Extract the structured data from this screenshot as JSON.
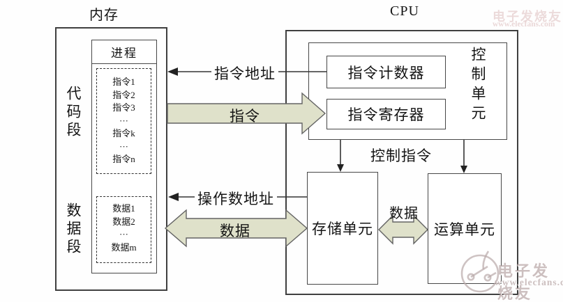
{
  "titles": {
    "memory": "内存",
    "cpu": "CPU"
  },
  "memory": {
    "process_header": "进程",
    "code_segment_label": "代码段",
    "data_segment_label": "数据段",
    "code_items": [
      "指令1",
      "指令2",
      "指令3",
      "···",
      "指令k",
      "···",
      "指令n"
    ],
    "data_items": [
      "数据1",
      "数据2",
      "···",
      "数据m"
    ]
  },
  "cpu": {
    "control_unit_label": "控制单元",
    "instruction_counter_label": "指令计数器",
    "instruction_register_label": "指令寄存器",
    "storage_unit_label": "存储单元",
    "alu_unit_label": "运算单元"
  },
  "flows": {
    "instruction_address_label": "指令地址",
    "instruction_label": "指令",
    "control_instruction_label": "控制指令",
    "operand_address_label": "操作数地址",
    "data_memory_label": "数据",
    "data_internal_label": "数据"
  },
  "watermarks": {
    "brand": "电子发烧友",
    "url": "www.elecfans.com"
  },
  "colors": {
    "arrow_fill": "#dfe1ca",
    "line": "#3a3a3a"
  }
}
